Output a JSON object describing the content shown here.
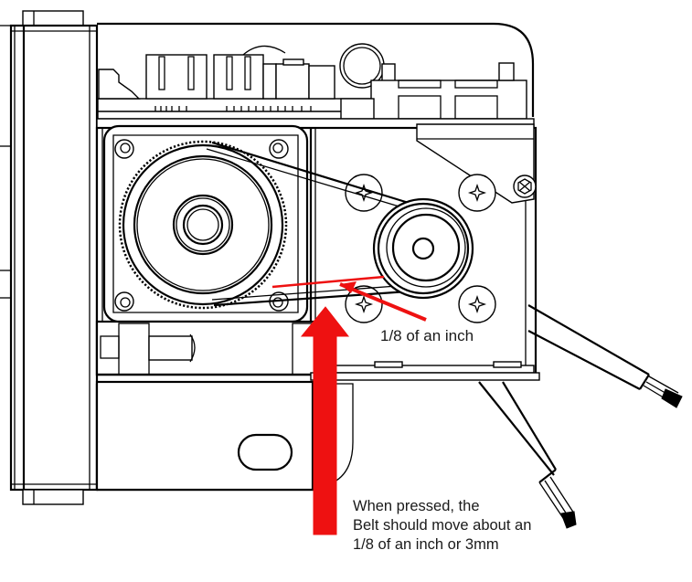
{
  "diagram": {
    "title": "Belt tension check — stepper motor and idler pulley assembly",
    "colors": {
      "line": "#000000",
      "annotation": "#ee1111",
      "background": "#ffffff"
    },
    "components": [
      "pcb-board",
      "connector-housing-1",
      "connector-housing-2",
      "wire-loop",
      "stepper-motor",
      "drive-gear",
      "timing-belt",
      "idler-pulley",
      "mounting-screws",
      "hex-bolt",
      "cable-right",
      "cable-bottom",
      "base-bracket",
      "slot-hole",
      "side-panel"
    ],
    "annotations": {
      "deflection_label": "1/8 of an inch",
      "instruction_lines": [
        "When pressed, the",
        "Belt should move about an",
        "1/8 of an inch or 3mm"
      ],
      "deflection_value": "1/8 in",
      "deflection_metric": "3mm"
    }
  }
}
